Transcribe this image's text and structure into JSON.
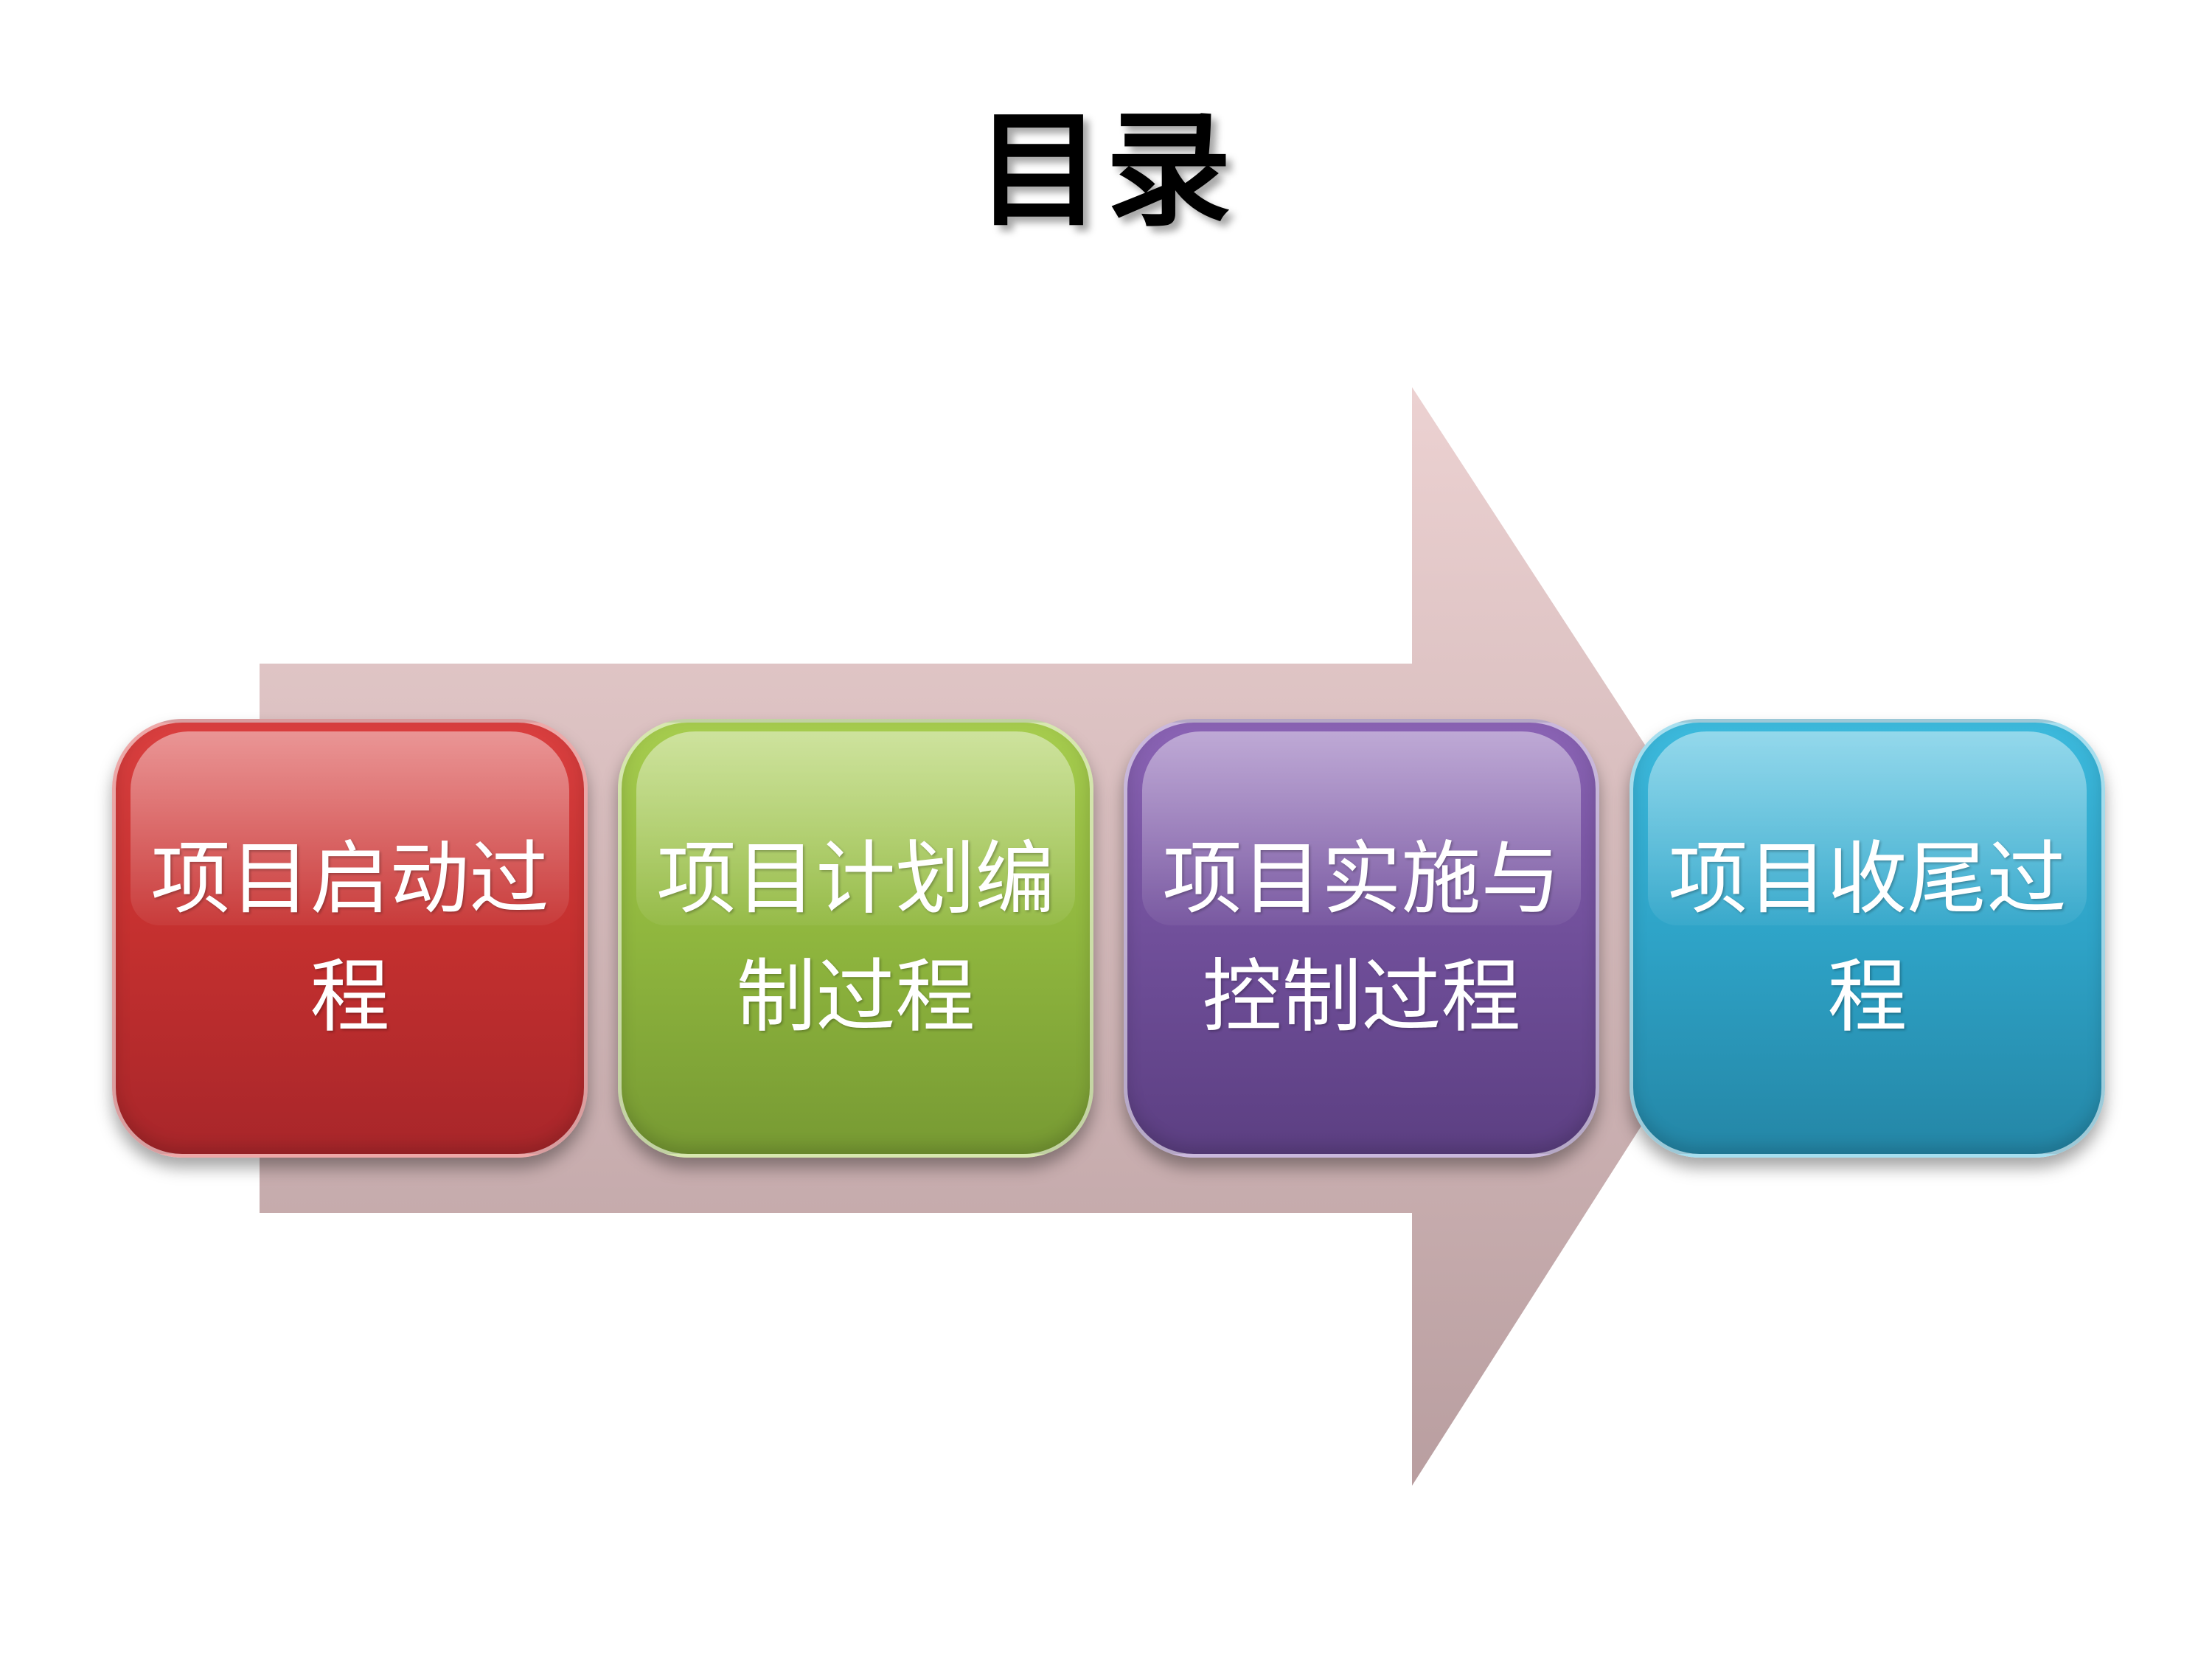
{
  "title": "目录",
  "steps": [
    {
      "label": "项目启动过程",
      "color": "#c4302f"
    },
    {
      "label": "项目计划编制过程",
      "color": "#8fb63e"
    },
    {
      "label": "项目实施与控制过程",
      "color": "#704f9a"
    },
    {
      "label": "项目收尾过程",
      "color": "#2ea3c7"
    }
  ],
  "arrow": {
    "color_top": "#e8c8c8",
    "color_bottom": "#b89a9c"
  }
}
